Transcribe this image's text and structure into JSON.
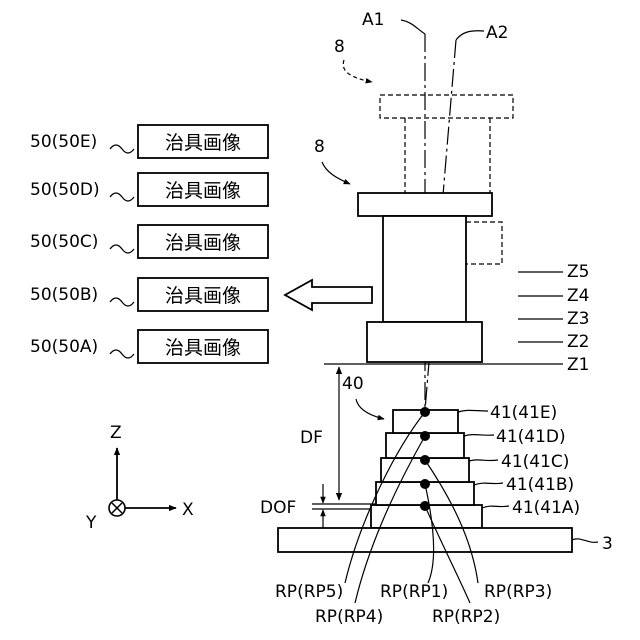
{
  "axes": {
    "a1": "A1",
    "a2": "A2"
  },
  "camera": {
    "label_upper": "8",
    "label_lower": "8"
  },
  "jig_images": {
    "text": "治具画像",
    "labels": [
      "50(50E)",
      "50(50D)",
      "50(50C)",
      "50(50B)",
      "50(50A)"
    ]
  },
  "z_levels": [
    "Z5",
    "Z4",
    "Z3",
    "Z2",
    "Z1"
  ],
  "jig": {
    "label": "40",
    "step_labels": [
      "41(41E)",
      "41(41D)",
      "41(41C)",
      "41(41B)",
      "41(41A)"
    ]
  },
  "dims": {
    "df": "DF",
    "dof": "DOF"
  },
  "stage": {
    "label": "3"
  },
  "coordinate_axes": {
    "z": "Z",
    "x": "X",
    "y": "Y"
  },
  "reference_points": {
    "rp5": "RP(RP5)",
    "rp1": "RP(RP1)",
    "rp3": "RP(RP3)",
    "rp4": "RP(RP4)",
    "rp2": "RP(RP2)"
  }
}
